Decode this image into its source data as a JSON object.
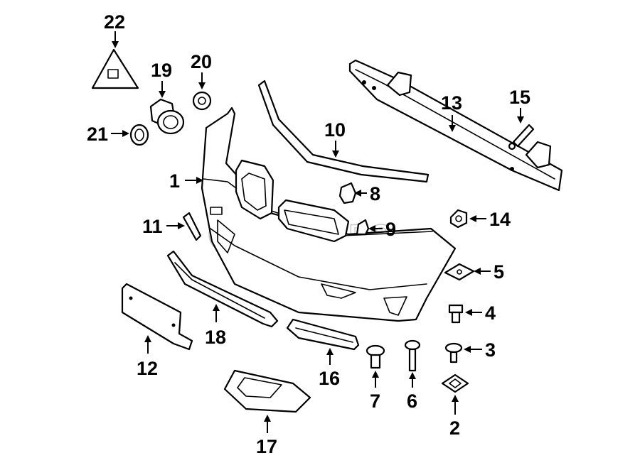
{
  "watermark": "FCPEURO",
  "callouts": [
    {
      "id": "1",
      "label": "1"
    },
    {
      "id": "2",
      "label": "2"
    },
    {
      "id": "3",
      "label": "3"
    },
    {
      "id": "4",
      "label": "4"
    },
    {
      "id": "5",
      "label": "5"
    },
    {
      "id": "6",
      "label": "6"
    },
    {
      "id": "7",
      "label": "7"
    },
    {
      "id": "8",
      "label": "8"
    },
    {
      "id": "9",
      "label": "9"
    },
    {
      "id": "10",
      "label": "10"
    },
    {
      "id": "11",
      "label": "11"
    },
    {
      "id": "12",
      "label": "12"
    },
    {
      "id": "13",
      "label": "13"
    },
    {
      "id": "14",
      "label": "14"
    },
    {
      "id": "15",
      "label": "15"
    },
    {
      "id": "16",
      "label": "16"
    },
    {
      "id": "17",
      "label": "17"
    },
    {
      "id": "18",
      "label": "18"
    },
    {
      "id": "19",
      "label": "19"
    },
    {
      "id": "20",
      "label": "20"
    },
    {
      "id": "21",
      "label": "21"
    },
    {
      "id": "22",
      "label": "22"
    }
  ]
}
